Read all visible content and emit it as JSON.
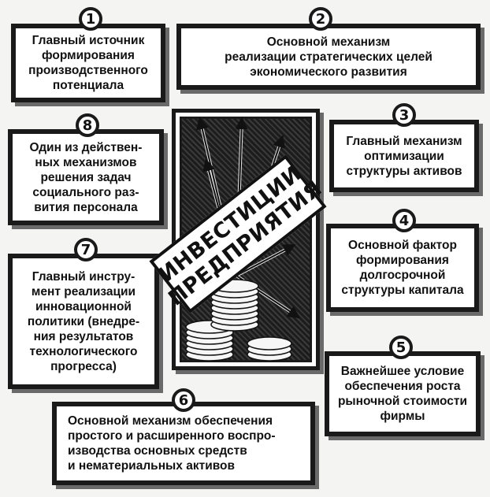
{
  "center": {
    "title_line1": "ИНВЕСТИЦИИ",
    "title_line2": "ПРЕДПРИЯТИЯ"
  },
  "nodes": [
    {
      "number": "1",
      "text": "Главный источник\nформирования\nпроизводственного\nпотенциала"
    },
    {
      "number": "2",
      "text": "Основной механизм\nреализации стратегических целей\nэкономического развития"
    },
    {
      "number": "3",
      "text": "Главный механизм\nоптимизации\nструктуры активов"
    },
    {
      "number": "4",
      "text": "Основной фактор\nформирования\nдолгосрочной\nструктуры капитала"
    },
    {
      "number": "5",
      "text": "Важнейшее условие\nобеспечения роста\nрыночной стоимости\nфирмы"
    },
    {
      "number": "6",
      "text": "Основной механизм обеспечения\nпростого и расширенного воспро-\nизводства основных средств\nи нематериальных активов"
    },
    {
      "number": "7",
      "text": "Главный инстру-\nмент реализации\nинновационной\nполитики (внедре-\nния результатов\nтехнологического\nпрогресса)"
    },
    {
      "number": "8",
      "text": "Один из действен-\nных механизмов\nрешения задач\nсоциального раз-\nвития персонала"
    }
  ]
}
